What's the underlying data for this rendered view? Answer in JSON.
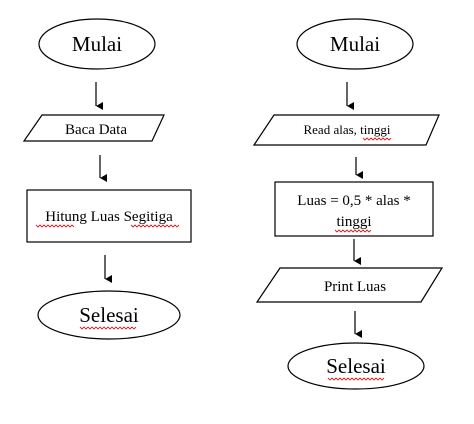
{
  "flowchart_left": {
    "start": "Mulai",
    "input": "Baca Data",
    "process": "Hitung Luas Segitiga",
    "end": "Selesai"
  },
  "flowchart_right": {
    "start": "Mulai",
    "input": "Read alas, tinggi",
    "process_line1": "Luas = 0,5 * alas *",
    "process_line2": "tinggi",
    "output": "Print Luas",
    "end": "Selesai"
  }
}
